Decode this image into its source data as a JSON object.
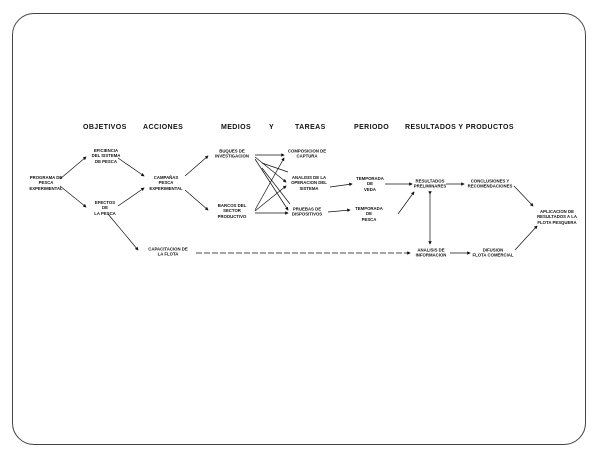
{
  "headers": {
    "objetivos": "OBJETIVOS",
    "acciones": "ACCIONES",
    "medios": "MEDIOS",
    "y": "Y",
    "tareas": "TAREAS",
    "periodo": "PERIODO",
    "resultados": "RESULTADOS Y PRODUCTOS"
  },
  "nodes": {
    "programa": "PROGRAMA DE\nPESCA\nEXPERIMENTAL",
    "eficiencia": "EFICIENCIA\nDEL SISTEMA\nDE PESCA",
    "efectos": "EFECTOS\nDE\nLA PESCA",
    "campanas": "CAMPAÑAS\nPESCA\nEXPERIMENTAL",
    "buques_inv": "BUQUES DE\nINVESTIGACION",
    "barcos": "BARCOS DEL\nSECTOR\nPRODUCTIVO",
    "composicion": "COMPOSICION DE\nCAPTURA",
    "analisis_op": "ANALISIS DE LA\nOPERACION DEL\nSISTEMA",
    "pruebas": "PRUEBAS DE\nDISPOSITIVOS",
    "temporada_veda": "TEMPORADA\nDE\nVEDA",
    "temporada_pesca": "TEMPORADA\nDE\nPESCA",
    "resultados_prelim": "RESULTADOS\nPRELIMINARES",
    "conclusiones": "CONCLUSIONES Y\nRECOMENDACIONES",
    "aplicacion": "APLICACION DE\nRESULTADOS A LA\nFLOTA PESQUERA",
    "capacitacion": "CAPACITACION DE\nLA FLOTA",
    "analisis_info": "ANALISIS DE\nINFORMACION",
    "difusion": "DIFUSION\nFLOTA COMERCIAL"
  }
}
